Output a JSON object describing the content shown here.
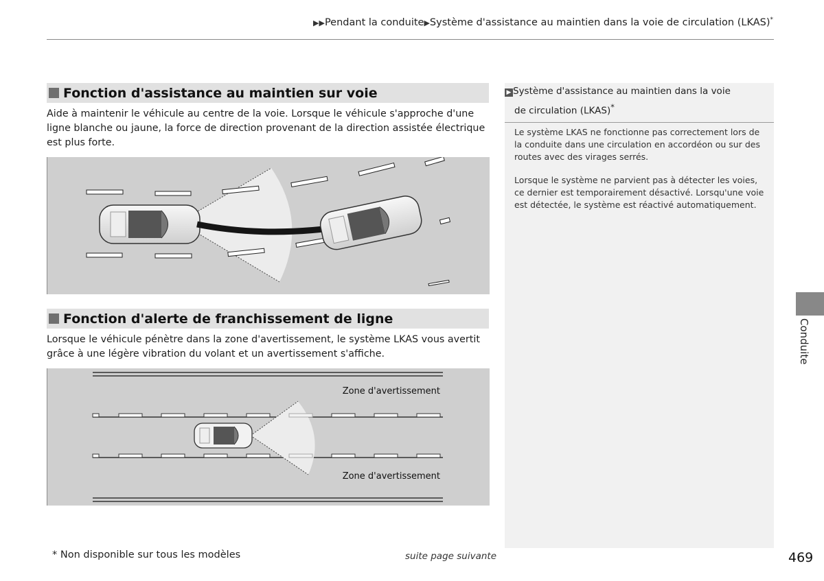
{
  "header": {
    "breadcrumb_1": "Pendant la conduite",
    "breadcrumb_2": "Système d'assistance au maintien dans la voie de circulation (LKAS)",
    "breadcrumb_star": "*"
  },
  "section1": {
    "title": "Fonction d'assistance au maintien sur voie",
    "text": "Aide à maintenir le véhicule au centre de la voie. Lorsque le véhicule s'approche d'une ligne blanche ou jaune, la force de direction provenant de la direction assistée électrique est plus forte."
  },
  "section2": {
    "title": "Fonction d'alerte de franchissement de ligne",
    "text": "Lorsque le véhicule pénètre dans la zone d'avertissement, le système LKAS vous avertit grâce à une légère vibration du volant et un avertissement s'affiche."
  },
  "figure2": {
    "zone_top": "Zone d'avertissement",
    "zone_bottom": "Zone d'avertissement"
  },
  "sidebar": {
    "title_line1": "Système d'assistance au maintien dans la voie",
    "title_line2": "de circulation (LKAS)",
    "title_star": "*",
    "para1": "Le système LKAS ne fonctionne pas correctement lors de la conduite dans une circulation en accordéon ou sur des routes avec des virages serrés.",
    "para2": "Lorsque le système ne parvient pas à détecter les voies, ce dernier est temporairement désactivé. Lorsqu'une voie est détectée, le système est réactivé automatiquement."
  },
  "side_tab": {
    "label": "Conduite"
  },
  "footer": {
    "footnote": "* Non disponible sur tous les modèles",
    "continued": "suite page suivante",
    "page_number": "469"
  }
}
